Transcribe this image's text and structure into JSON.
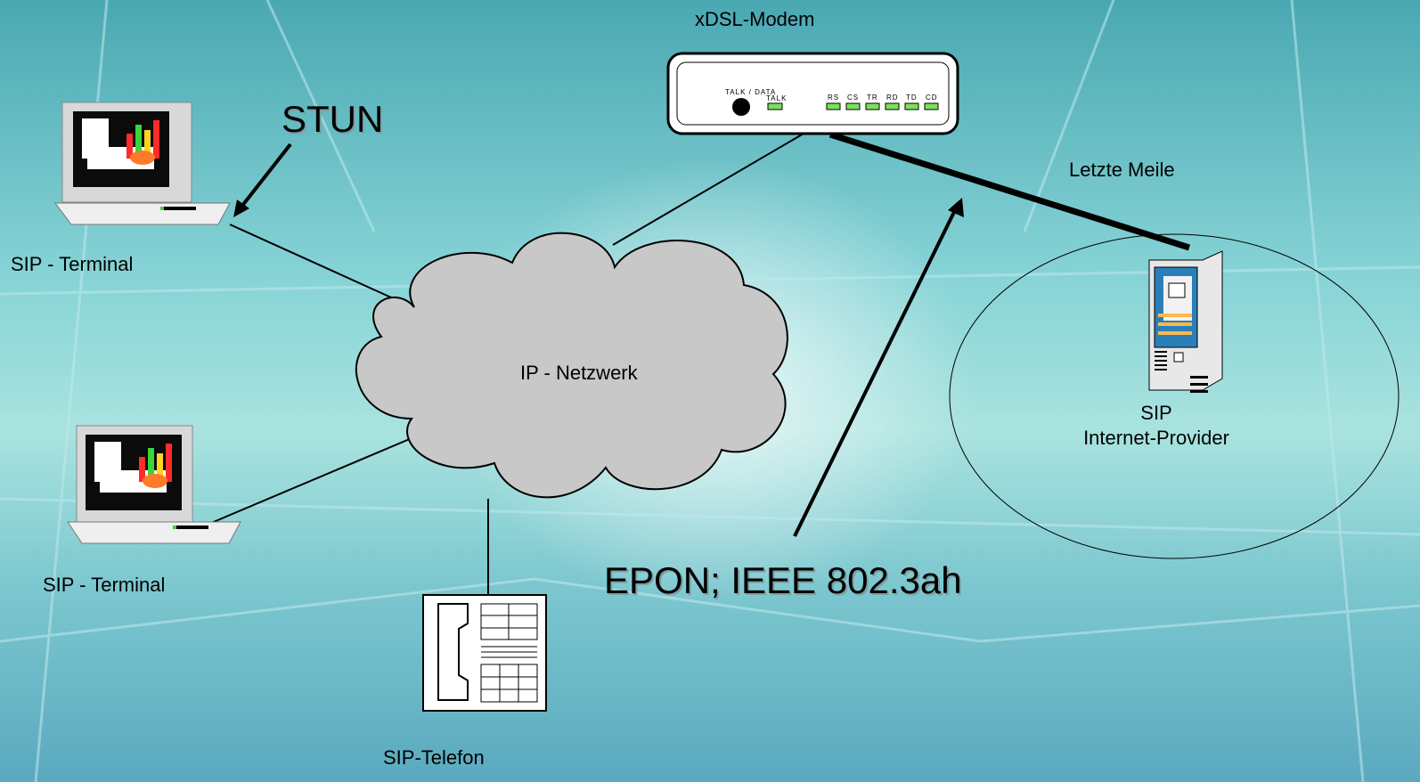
{
  "labels": {
    "modem": "xDSL-Modem",
    "stun": "STUN",
    "terminal_top": "SIP - Terminal",
    "terminal_bottom": "SIP - Terminal",
    "network": "IP - Netzwerk",
    "last_mile": "Letzte Meile",
    "provider_line1": "SIP",
    "provider_line2": "Internet-Provider",
    "epon": "EPON; IEEE 802.3ah",
    "phone": "SIP-Telefon"
  },
  "modem_panel": {
    "talk_data": "TALK / DATA",
    "talk": "TALK",
    "leds": [
      "RS",
      "CS",
      "TR",
      "RD",
      "TD",
      "CD"
    ]
  },
  "colors": {
    "led": "#7be05a",
    "cloud": "#c8c8c8",
    "screen": "#0b0b0b"
  }
}
